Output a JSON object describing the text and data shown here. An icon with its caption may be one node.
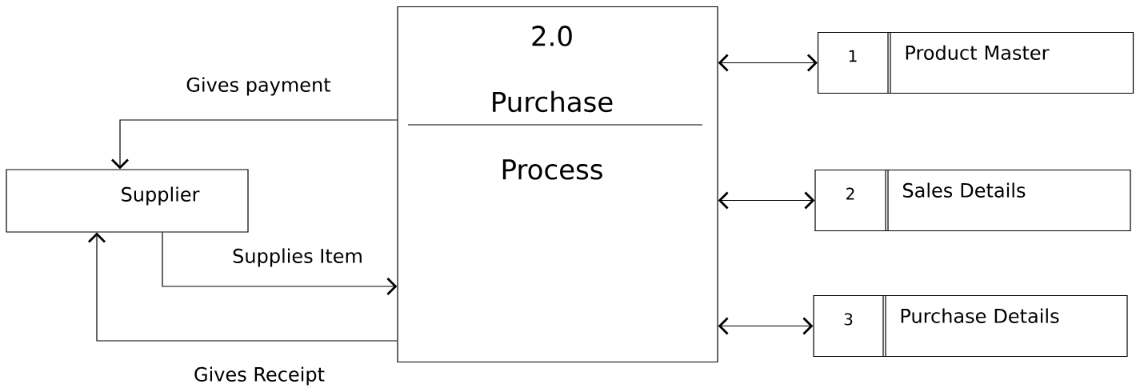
{
  "diagram": {
    "nodes": [
      {
        "text": [
          "Supplier"
        ]
      },
      {
        "text": [
          "2.0",
          "Purchase",
          "Process"
        ]
      },
      {
        "text": [
          "1",
          "Product Master"
        ]
      },
      {
        "text": [
          "2",
          "Sales Details"
        ]
      },
      {
        "text": [
          "3",
          "Purchase Details"
        ]
      }
    ],
    "edges": [
      {
        "from": 1,
        "to": 0,
        "arrow": "to",
        "label": "Gives payment"
      },
      {
        "from": 0,
        "to": 1,
        "arrow": "to",
        "label": "Supplies Item"
      },
      {
        "from": 1,
        "to": 0,
        "arrow": "to",
        "label": "Gives Receipt"
      },
      {
        "from": 1,
        "to": 2,
        "arrow": "both"
      },
      {
        "from": 1,
        "to": 3,
        "arrow": "both"
      },
      {
        "from": 1,
        "to": 4,
        "arrow": "both"
      }
    ]
  }
}
